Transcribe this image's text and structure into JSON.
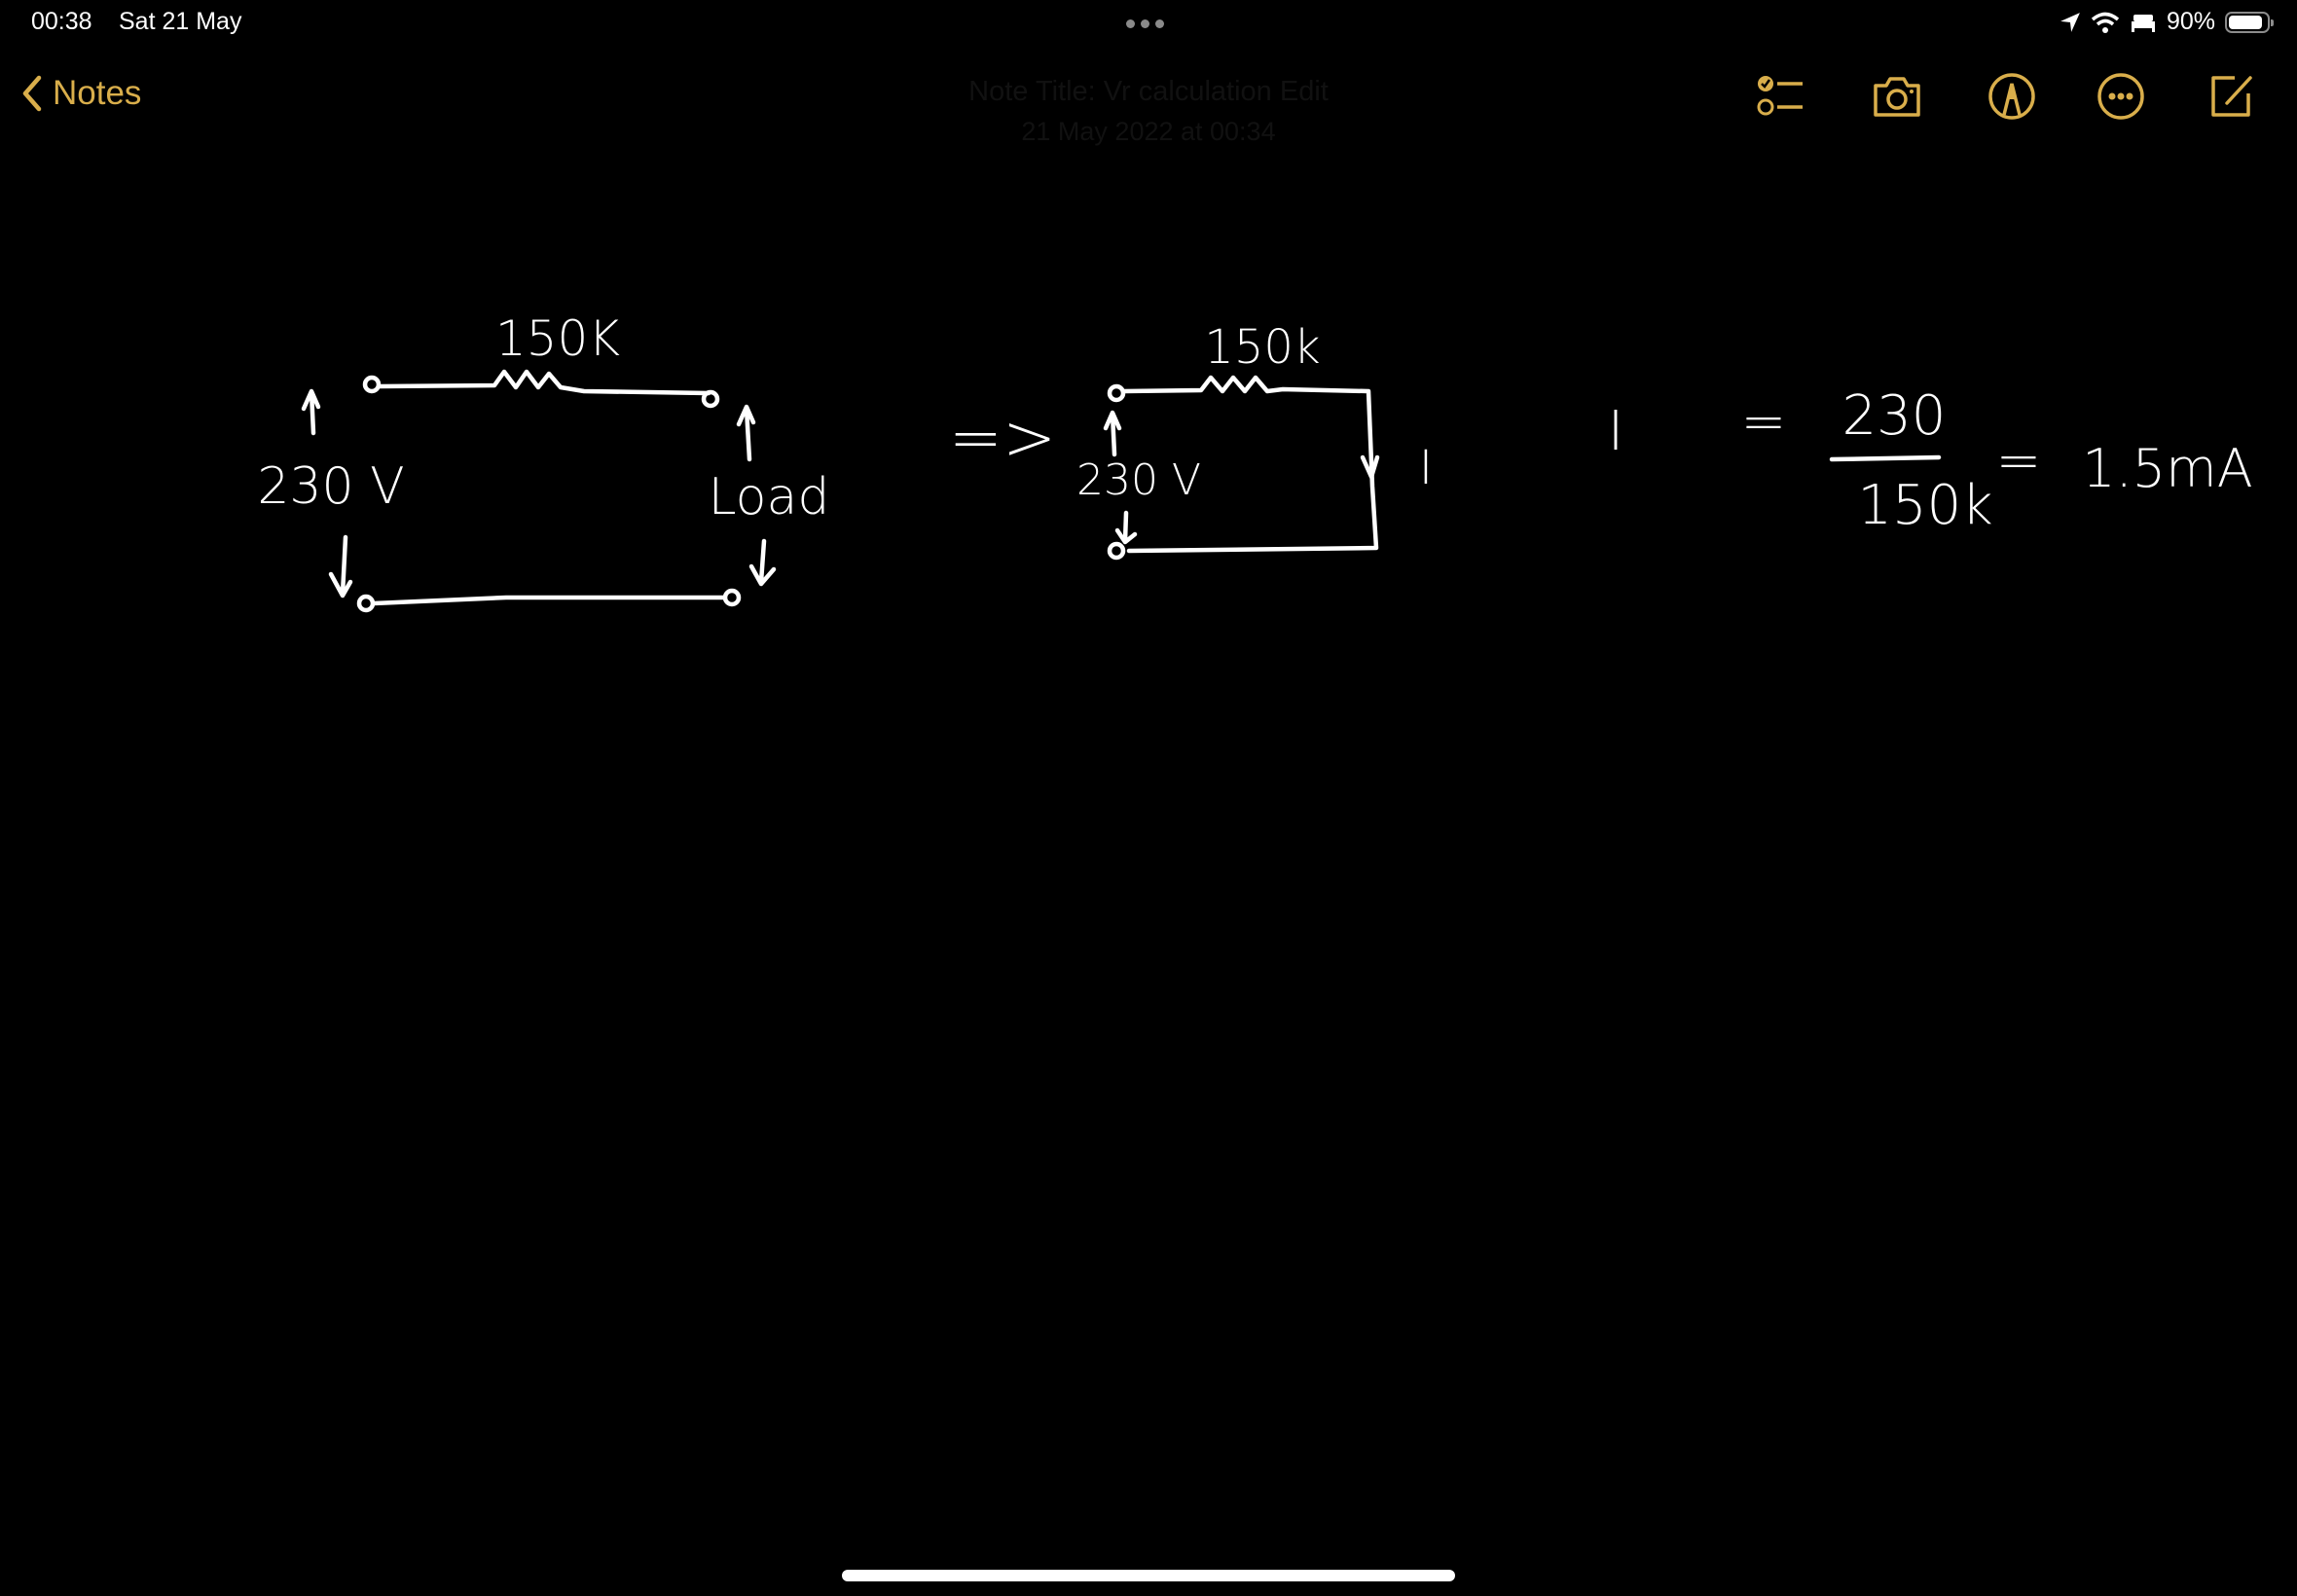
{
  "status_bar": {
    "time": "00:38",
    "date": "Sat 21 May",
    "battery": "90%",
    "battery_level": 0.9,
    "icons": [
      "location-arrow-icon",
      "wifi-icon",
      "sleep-focus-bed-icon",
      "battery-icon"
    ]
  },
  "nav": {
    "back_label": "Notes",
    "note_title": "Note Title: Vr calculation   Edit",
    "note_date": "21 May 2022 at 00:34",
    "accent_color": "#D9AE4B",
    "tools": [
      "checklist-icon",
      "camera-icon",
      "markup-pen-icon",
      "more-icon",
      "compose-icon"
    ]
  },
  "drawing": {
    "left_circuit": {
      "resistor": "150K",
      "source": "230 V",
      "load": "Load"
    },
    "implies": "=>",
    "right_circuit": {
      "resistor": "150k",
      "source": "230 V",
      "current": "I"
    },
    "equation": {
      "lhs": "I",
      "eq1": "=",
      "numerator": "230",
      "denominator": "150k",
      "eq2": "=",
      "result": "1.5mA"
    }
  }
}
